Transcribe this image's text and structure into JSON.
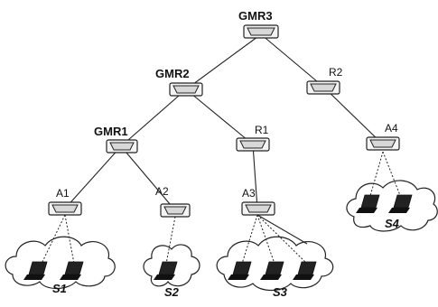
{
  "routers": {
    "gmr3": "GMR3",
    "gmr2": "GMR2",
    "gmr1": "GMR1",
    "r2": "R2",
    "r1": "R1",
    "a1": "A1",
    "a2": "A2",
    "a3": "A3",
    "a4": "A4"
  },
  "subnets": {
    "s1": "S1",
    "s2": "S2",
    "s3": "S3",
    "s4": "S4"
  }
}
